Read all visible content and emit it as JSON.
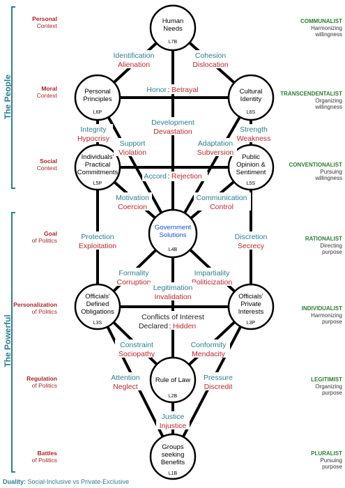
{
  "groups": [
    {
      "label": "The People"
    },
    {
      "label": "The Powerful"
    }
  ],
  "rows": [
    {
      "left_title": "Personal",
      "left_sub": "Context",
      "right_title": "COMMUNALIST",
      "right_l1": "Harmonizing",
      "right_l2": "willingness"
    },
    {
      "left_title": "Moral",
      "left_sub": "Context",
      "right_title": "TRANSCENDENTALIST",
      "right_l1": "Organizing",
      "right_l2": "willingness"
    },
    {
      "left_title": "Social",
      "left_sub": "Context",
      "right_title": "CONVENTIONALIST",
      "right_l1": "Pursuing",
      "right_l2": "willingness"
    },
    {
      "left_title": "Goal",
      "left_sub": "of Politics",
      "right_title": "RATIONALIST",
      "right_l1": "Directing",
      "right_l2": "purpose"
    },
    {
      "left_title": "Personalization",
      "left_sub": "of Politics",
      "right_title": "INDIVIDUALIST",
      "right_l1": "Harmonizing",
      "right_l2": "purpose"
    },
    {
      "left_title": "Regulation",
      "left_sub": "of Politics",
      "right_title": "LEGITIMIST",
      "right_l1": "Organizing",
      "right_l2": "purpose"
    },
    {
      "left_title": "Battles",
      "left_sub": "of Politics",
      "right_title": "PLURALIST",
      "right_l1": "Pursuing",
      "right_l2": "purpose"
    }
  ],
  "nodes": [
    {
      "id": "human-needs",
      "lines": [
        "Human",
        "Needs"
      ],
      "level": "L7B",
      "color": "#000000"
    },
    {
      "id": "personal-principles",
      "lines": [
        "Personal",
        "Principles"
      ],
      "level": "L6P",
      "color": "#000000"
    },
    {
      "id": "cultural-identity",
      "lines": [
        "Cultural",
        "Identity"
      ],
      "level": "L6S",
      "color": "#000000"
    },
    {
      "id": "practical-commitments",
      "lines": [
        "Individuals'",
        "Practical",
        "Commitments"
      ],
      "level": "L5P",
      "color": "#000000"
    },
    {
      "id": "public-opinion",
      "lines": [
        "Public",
        "Opinion &",
        "Sentiment"
      ],
      "level": "L5S",
      "color": "#000000"
    },
    {
      "id": "government-solutions",
      "lines": [
        "Government",
        "Solutions"
      ],
      "level": "L4B",
      "color": "#1a4fd6"
    },
    {
      "id": "officials-obligations",
      "lines": [
        "Officials'",
        "Defined",
        "Obligations"
      ],
      "level": "L3S",
      "color": "#000000"
    },
    {
      "id": "officials-interests",
      "lines": [
        "Officials'",
        "Private",
        "Interests"
      ],
      "level": "L3P",
      "color": "#000000"
    },
    {
      "id": "rule-of-law",
      "lines": [
        "Rule of Law"
      ],
      "level": "L2B",
      "color": "#000000"
    },
    {
      "id": "groups-benefits",
      "lines": [
        "Groups",
        "seeking",
        "Benefits"
      ],
      "level": "L1B",
      "color": "#000000"
    }
  ],
  "edge_labels": [
    {
      "pos": "Identification",
      "neg": "Alienation"
    },
    {
      "pos": "Cohesion",
      "neg": "Dislocation"
    },
    {
      "pos": "Honor",
      "neg": "Betrayal"
    },
    {
      "pos": "Development",
      "neg": "Devastation"
    },
    {
      "pos": "Integrity",
      "neg": "Hypocrisy"
    },
    {
      "pos": "Support",
      "neg": "Violation"
    },
    {
      "pos": "Adaptation",
      "neg": "Subversion"
    },
    {
      "pos": "Strength",
      "neg": "Weakness"
    },
    {
      "pos": "Accord",
      "neg": "Rejection"
    },
    {
      "pos": "Motivation",
      "neg": "Coercion"
    },
    {
      "pos": "Communication",
      "neg": "Control"
    },
    {
      "pos": "Protection",
      "neg": "Exploitation"
    },
    {
      "pos": "Discretion",
      "neg": "Secrecy"
    },
    {
      "pos": "Formality",
      "neg": "Corruption"
    },
    {
      "pos": "Impartiality",
      "neg": "Politicization"
    },
    {
      "pos": "Legitimation",
      "neg": "Invalidation"
    },
    {
      "pos": "Declared",
      "neg": "Hidden"
    },
    {
      "pos": "Constraint",
      "neg": "Sociopathy"
    },
    {
      "pos": "Conformity",
      "neg": "Mendacity"
    },
    {
      "pos": "Attention",
      "neg": "Neglect"
    },
    {
      "pos": "Pressure",
      "neg": "Discredit"
    },
    {
      "pos": "Justice",
      "neg": "Injustice"
    }
  ],
  "conflicts_label": "Conflicts of Interest",
  "duality": {
    "label": "Duality:",
    "value": "Social-Inclusive vs Private-Exclusive"
  },
  "colors": {
    "positive": "#2a7f8f",
    "negative": "#c0272d",
    "group": "#2a7f8f",
    "right_title": "#2e7d32",
    "left_title": "#a8262a"
  }
}
